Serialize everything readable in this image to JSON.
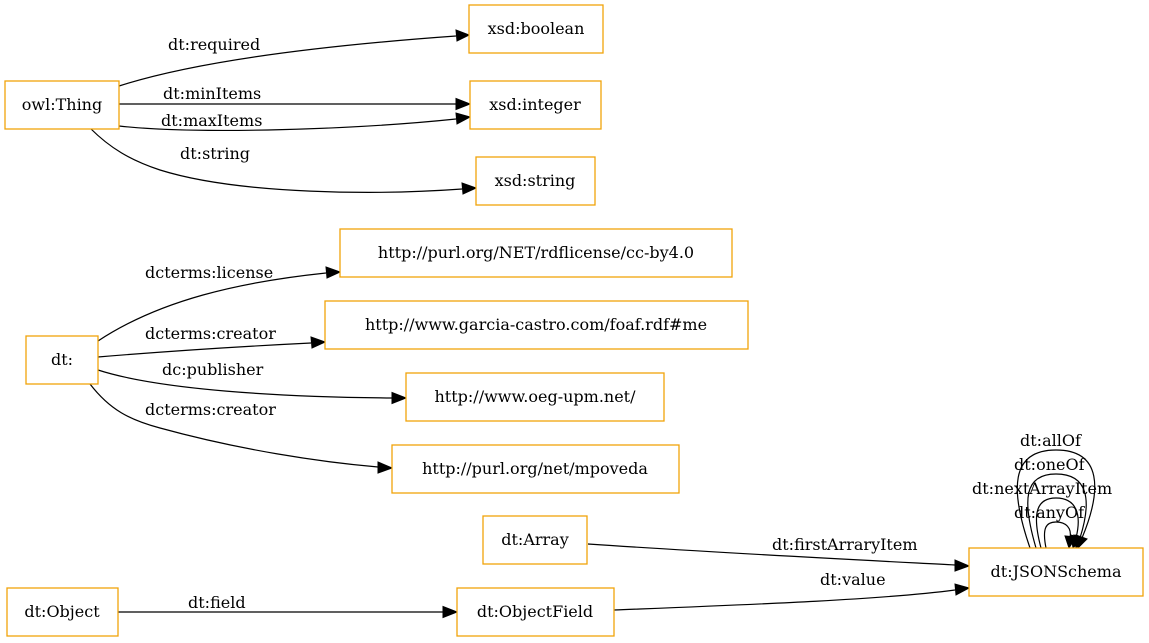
{
  "nodes": {
    "owl_thing": "owl:Thing",
    "xsd_boolean": "xsd:boolean",
    "xsd_integer": "xsd:integer",
    "xsd_string": "xsd:string",
    "license_uri": "http://purl.org/NET/rdflicense/cc-by4.0",
    "creator_uri": "http://www.garcia-castro.com/foaf.rdf#me",
    "publisher_uri": "http://www.oeg-upm.net/",
    "mpoveda_uri": "http://purl.org/net/mpoveda",
    "dt": "dt:",
    "dt_array": "dt:Array",
    "dt_jsonschema": "dt:JSONSchema",
    "dt_object": "dt:Object",
    "dt_objectfield": "dt:ObjectField"
  },
  "edges": {
    "required": "dt:required",
    "min_items": "dt:minItems",
    "max_items": "dt:maxItems",
    "string": "dt:string",
    "license": "dcterms:license",
    "creator_1": "dcterms:creator",
    "publisher": "dc:publisher",
    "creator_2": "dcterms:creator",
    "first_array_item": "dt:firstArraryItem",
    "value": "dt:value",
    "field": "dt:field",
    "all_of": "dt:allOf",
    "one_of": "dt:oneOf",
    "next_array_item": "dt:nextArrayItem",
    "any_of": "dt:anyOf"
  },
  "colors": {
    "node_border": "#f0a30a",
    "edge": "#000000",
    "background": "#ffffff"
  }
}
